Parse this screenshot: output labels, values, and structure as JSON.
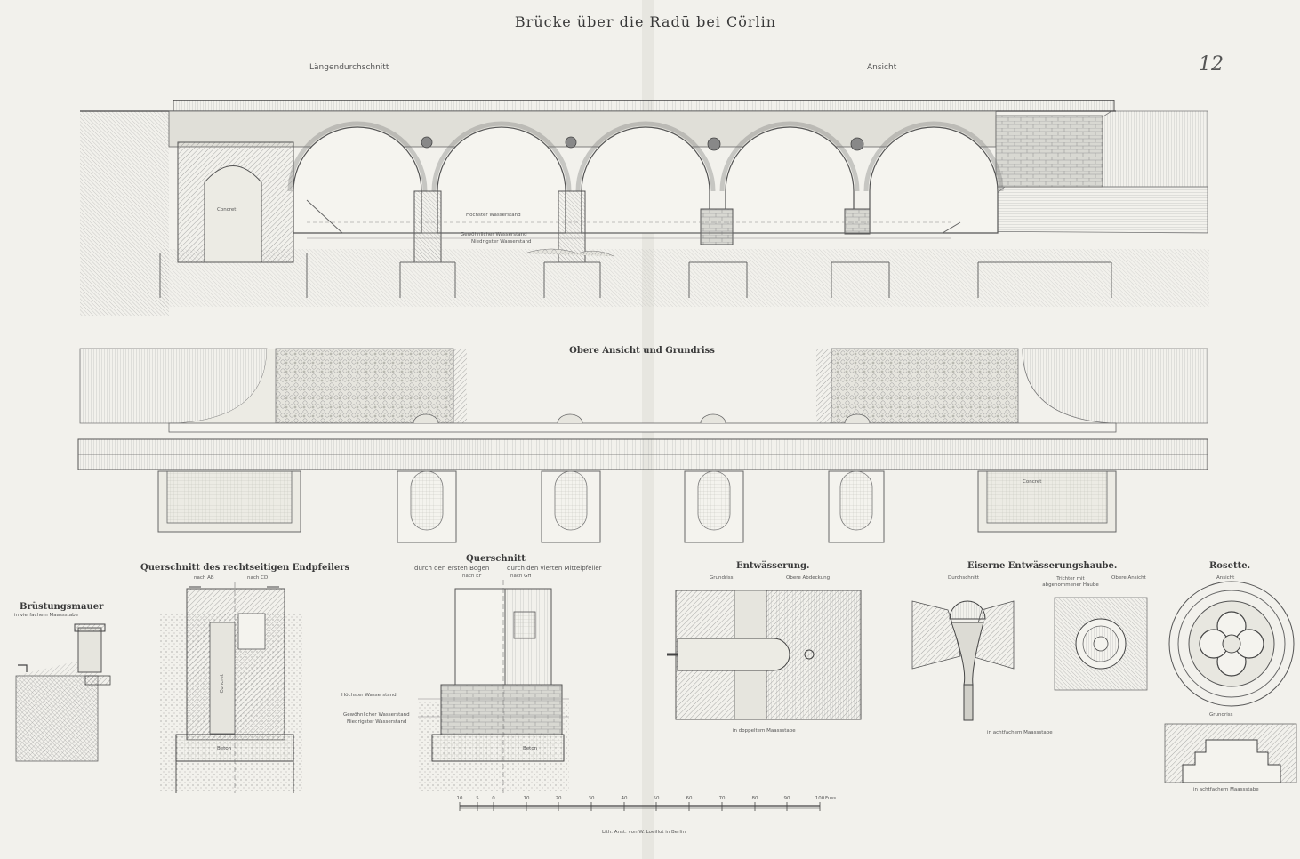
{
  "title": "Brücke über die Radū bei Cörlin",
  "page_number": "12",
  "sections": {
    "longitudinal": "Längendurchschnitt",
    "elevation": "Ansicht",
    "plan": "Obere Ansicht und Grundriss",
    "parapet": "Brüstungsmauer",
    "parapet_scale": "in vierfachem Maassstabe",
    "end_pier": "Querschnitt des rechtseitigen Endpfeilers",
    "end_pier_ab": "nach AB",
    "end_pier_cd": "nach CD",
    "cross_section": "Querschnitt",
    "cross_first": "durch den ersten Bogen",
    "cross_fourth": "durch den vierten Mittelpfeiler",
    "cross_ef": "nach EF",
    "cross_gh": "nach GH",
    "drainage": "Entwässerung.",
    "drainage_plan": "Grundriss",
    "drainage_top": "Obere Abdeckung",
    "drainage_scale": "in doppeltem Maassstabe",
    "hood": "Eiserne Entwässerungshaube.",
    "hood_section": "Durchschnitt",
    "hood_funnel": "Trichter mit abgenommener Haube",
    "hood_top": "Obere Ansicht",
    "hood_scale": "in achtfachem Maassstabe",
    "rosette": "Rosette.",
    "rosette_view": "Ansicht",
    "rosette_plan": "Grundriss",
    "rosette_scale": "in achtfachem Maassstabe"
  },
  "labels": {
    "concrete": "Concret",
    "concrete_plan": "Concret",
    "beton": "Beton",
    "high_water": "Höchster Wasserstand",
    "normal_water": "Gewöhnlicher Wasserstand",
    "low_water": "Niedrigster Wasserstand",
    "concrete_xs": "Concret"
  },
  "scale_bar": {
    "ticks": [
      "10",
      "5",
      "0",
      "10",
      "20",
      "30",
      "40",
      "50",
      "60",
      "70",
      "80",
      "90",
      "100"
    ],
    "unit": "Fuss"
  },
  "imprint": "Lith. Anst. von W. Loeillot in Berlin"
}
